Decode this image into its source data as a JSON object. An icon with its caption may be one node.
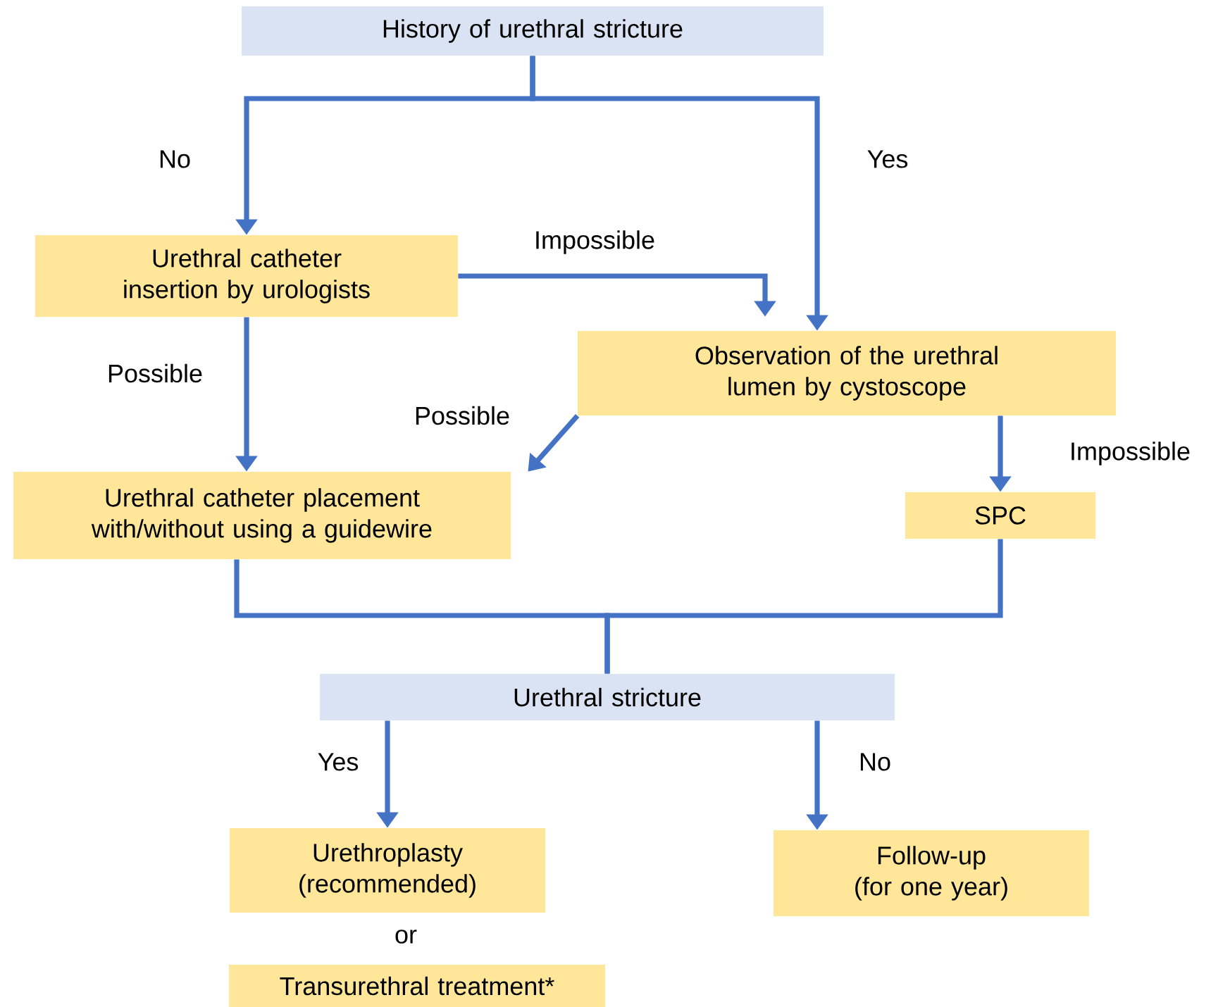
{
  "diagram": {
    "nodes": [
      {
        "text": [
          "History of urethral stricture"
        ]
      },
      {
        "text": [
          "Urethral catheter insertion by urologists"
        ]
      },
      {
        "text": [
          "Observation of the urethral lumen by cystoscope"
        ]
      },
      {
        "text": [
          "Urethral catheter placement with/without using a guidewire"
        ]
      },
      {
        "text": [
          "SPC"
        ]
      },
      {
        "text": [
          "Urethral stricture"
        ]
      },
      {
        "text": [
          "Urethroplasty (recommended)"
        ]
      },
      {
        "text": [
          "Transurethral treatment*"
        ]
      },
      {
        "text": [
          "Follow-up (for one year)"
        ]
      }
    ],
    "edges": [
      {
        "from": 0,
        "to": 1,
        "arrow": "to",
        "label": "No"
      },
      {
        "from": 0,
        "to": 2,
        "arrow": "to",
        "label": "Yes"
      },
      {
        "from": 1,
        "to": 2,
        "arrow": "to",
        "label": "Impossible"
      },
      {
        "from": 1,
        "to": 3,
        "arrow": "to",
        "label": "Possible"
      },
      {
        "from": 2,
        "to": 3,
        "arrow": "to",
        "label": "Possible"
      },
      {
        "from": 2,
        "to": 4,
        "arrow": "to",
        "label": "Impossible"
      },
      {
        "from": 3,
        "to": 5,
        "arrow": "none"
      },
      {
        "from": 4,
        "to": 5,
        "arrow": "none"
      },
      {
        "from": 5,
        "to": 6,
        "arrow": "to",
        "label": "Yes"
      },
      {
        "from": 5,
        "to": 8,
        "arrow": "to",
        "label": "No"
      }
    ],
    "labels": [
      "or"
    ]
  }
}
